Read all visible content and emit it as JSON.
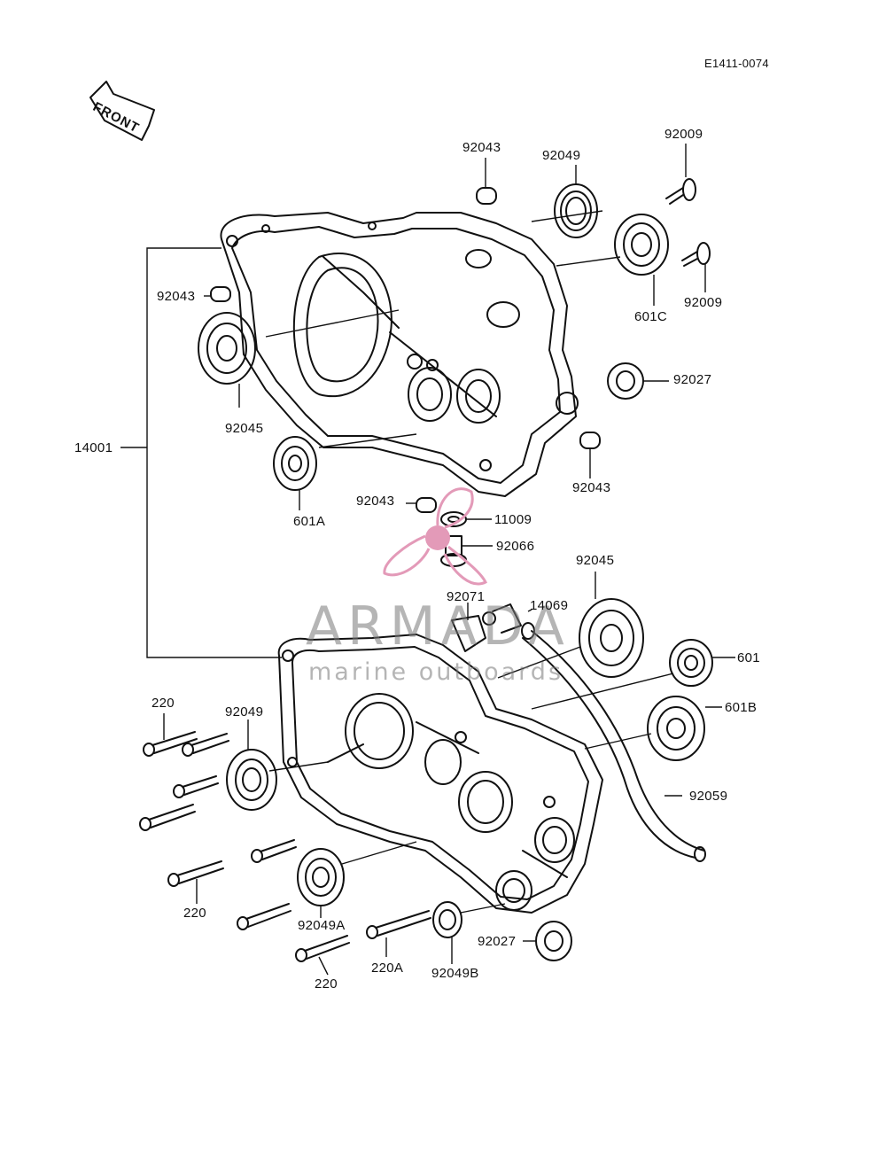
{
  "document_id": "E1411-0074",
  "front_label": "FRONT",
  "watermark": {
    "brand": "ARMADA",
    "tagline": "marine outboards",
    "accent_color": "#e39ab8"
  },
  "part_labels": [
    {
      "id": "92043-top",
      "text": "92043"
    },
    {
      "id": "92049-top",
      "text": "92049"
    },
    {
      "id": "92009-top",
      "text": "92009"
    },
    {
      "id": "92009-mid",
      "text": "92009"
    },
    {
      "id": "601C",
      "text": "601C"
    },
    {
      "id": "92043-left",
      "text": "92043"
    },
    {
      "id": "92045-left",
      "text": "92045"
    },
    {
      "id": "92027-right",
      "text": "92027"
    },
    {
      "id": "14001",
      "text": "14001"
    },
    {
      "id": "92043-right",
      "text": "92043"
    },
    {
      "id": "601A",
      "text": "601A"
    },
    {
      "id": "92043-center",
      "text": "92043"
    },
    {
      "id": "11009",
      "text": "11009"
    },
    {
      "id": "92066",
      "text": "92066"
    },
    {
      "id": "92045-right",
      "text": "92045"
    },
    {
      "id": "92071",
      "text": "92071"
    },
    {
      "id": "14069",
      "text": "14069"
    },
    {
      "id": "601",
      "text": "601"
    },
    {
      "id": "601B",
      "text": "601B"
    },
    {
      "id": "220-top",
      "text": "220"
    },
    {
      "id": "92049-left",
      "text": "92049"
    },
    {
      "id": "92059",
      "text": "92059"
    },
    {
      "id": "220-mid",
      "text": "220"
    },
    {
      "id": "92049A",
      "text": "92049A"
    },
    {
      "id": "220A",
      "text": "220A"
    },
    {
      "id": "92049B",
      "text": "92049B"
    },
    {
      "id": "92027-bottom",
      "text": "92027"
    },
    {
      "id": "220-bottom",
      "text": "220"
    }
  ]
}
